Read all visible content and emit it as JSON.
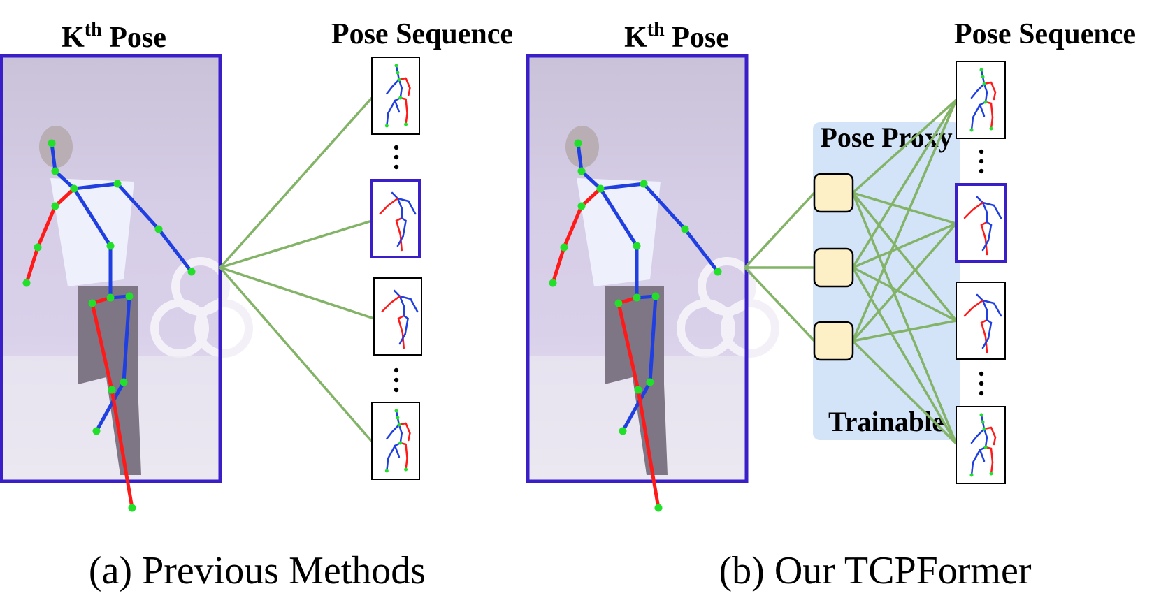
{
  "panel_a": {
    "title_base": "K",
    "title_sup": "th",
    "title_rest": " Pose",
    "sequence_title": "Pose Sequence",
    "caption": "(a) Previous Methods"
  },
  "panel_b": {
    "title_base": "K",
    "title_sup": "th",
    "title_rest": " Pose",
    "sequence_title": "Pose Sequence",
    "proxy_title": "Pose Proxy",
    "proxy_footer": "Trainable",
    "caption": "(b) Our  TCPFormer"
  },
  "colors": {
    "frame": "#3a1fc9",
    "link": "#82b366",
    "limb_left": "#ff1a1a",
    "limb_right": "#1f3fe0",
    "joint": "#22e02a",
    "proxy_fill": "#fdefc6",
    "proxy_bg": "#d3e3f8"
  }
}
